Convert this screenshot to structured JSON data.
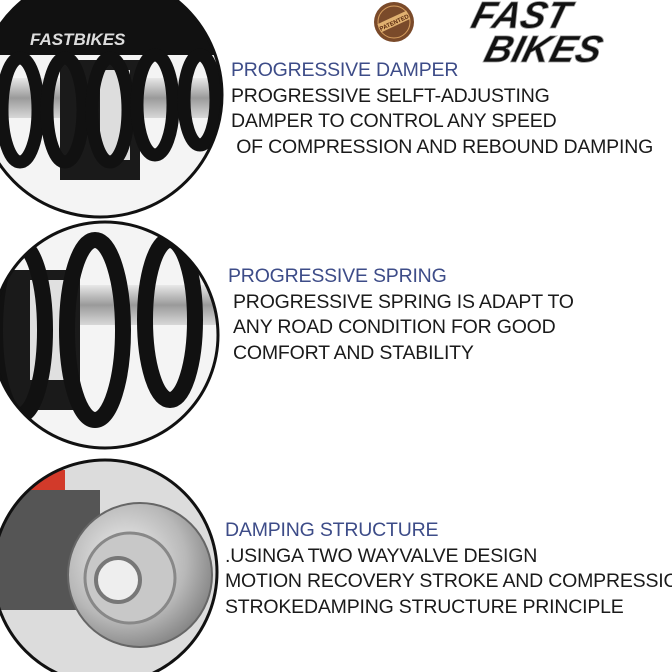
{
  "brand": {
    "logo_text_line1": "FAST",
    "logo_text_line2": "BIKES",
    "badge": "PATENTED",
    "shock_label": "FASTBIKES"
  },
  "colors": {
    "heading": "#3d4c88",
    "body": "#1a1a1a",
    "spring": "#111111",
    "accent_ring": "#c47a2c"
  },
  "features": [
    {
      "title": "PROGRESSIVE DAMPER",
      "lines": [
        "PROGRESSIVE SELFT-ADJUSTING",
        "DAMPER TO CONTROL ANY SPEED",
        " OF COMPRESSION AND REBOUND DAMPING"
      ]
    },
    {
      "title": "PROGRESSIVE SPRING",
      "lines": [
        "PROGRESSIVE SPRING IS ADAPT TO",
        "ANY ROAD CONDITION FOR GOOD",
        "COMFORT AND STABILITY"
      ]
    },
    {
      "title": "DAMPING STRUCTURE",
      "lines": [
        ".USINGA TWO WAYVALVE DESIGN",
        "MOTION RECOVERY STROKE AND COMPRESSION",
        "STROKEDAMPING STRUCTURE PRINCIPLE"
      ]
    }
  ]
}
